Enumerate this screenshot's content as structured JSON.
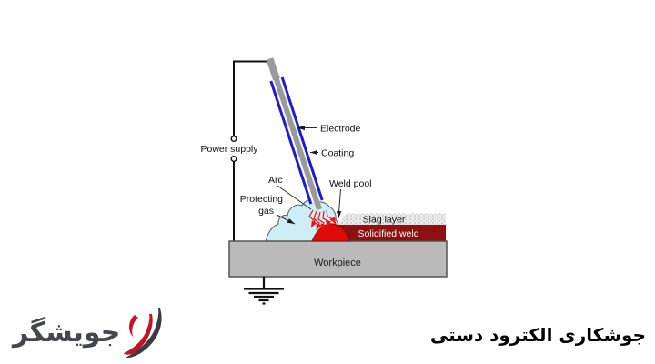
{
  "diagram": {
    "labels": {
      "power_supply": "Power supply",
      "electrode": "Electrode",
      "coating": "Coating",
      "arc": "Arc",
      "protecting_gas_1": "Protecting",
      "protecting_gas_2": "gas",
      "weld_pool": "Weld pool",
      "slag_layer": "Slag layer",
      "solidified_weld": "Solidified weld",
      "workpiece": "Workpiece"
    },
    "colors": {
      "coating_blue": "#1b1bd4",
      "core_gray": "#9a9a9a",
      "gas_cloud": "#cdeef7",
      "weld_pool_red": "#df0a0a",
      "arc_arrow_red": "#ee1111",
      "solidified_weld_maroon": "#8e1111",
      "workpiece_gray": "#bababa"
    }
  },
  "footer": {
    "caption": "جوشکاری الکترود دستی",
    "logo_text": "جویشگر",
    "logo_colors": {
      "red": "#c41424",
      "dark": "#3b3b43"
    }
  }
}
